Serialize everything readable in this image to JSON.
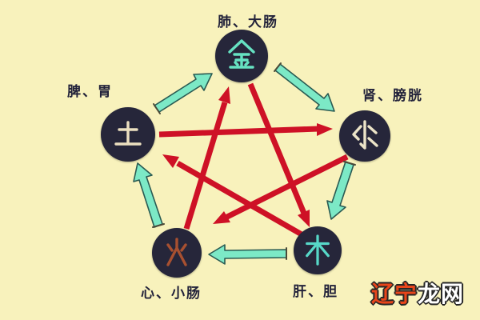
{
  "colors": {
    "background": "#f8f2bc",
    "node_circle": "#26263a",
    "generating_arrow": "#7ce9c6",
    "overcoming_arrow": "#ce1126",
    "label_text": "#22223a"
  },
  "nodes": {
    "metal": {
      "character": "金",
      "char_color": "#66e2c2",
      "organs": "肺、大肠"
    },
    "water": {
      "character": "水",
      "char_color": "#ece4c8",
      "organs": "肾、膀胱"
    },
    "wood": {
      "character": "木",
      "char_color": "#57d8c8",
      "organs": "肝、胆"
    },
    "fire": {
      "character": "火",
      "char_color": "#a85030",
      "organs": "心、小肠"
    },
    "earth": {
      "character": "土",
      "char_color": "#ece0c0",
      "organs": "脾、胃"
    }
  },
  "cycles": {
    "generating": {
      "pairs": [
        "earth→metal",
        "metal→water",
        "water→wood",
        "wood→fire",
        "fire→earth"
      ]
    },
    "overcoming": {
      "pairs": [
        "earth→water",
        "metal→wood",
        "wood→earth",
        "water→fire",
        "fire→metal"
      ]
    }
  },
  "watermark": {
    "text_red": "辽宁",
    "red_color": "#e8451a",
    "text_white": "龙网",
    "white_color": "#ffffff"
  }
}
